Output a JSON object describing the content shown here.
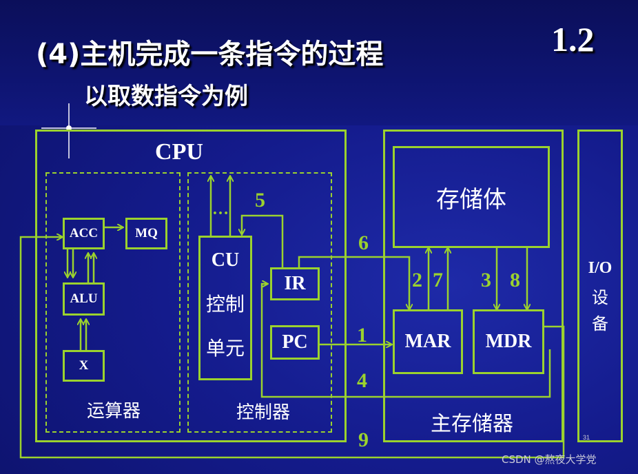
{
  "title": "(4)主机完成一条指令的过程",
  "subtitle": "以取数指令为例",
  "section_number": "1.2",
  "cpu": {
    "label": "CPU",
    "alu_group_label": "运算器",
    "control_group_label": "控制器",
    "acc": "ACC",
    "mq": "MQ",
    "alu": "ALU",
    "x": "X",
    "cu_line1": "CU",
    "cu_line2": "控制",
    "cu_line3": "单元",
    "cu_dots": "…",
    "ir": "IR",
    "pc": "PC"
  },
  "memory": {
    "label": "主存储器",
    "storage": "存储体",
    "mar": "MAR",
    "mdr": "MDR"
  },
  "io": {
    "line1": "I/O",
    "line2": "设",
    "line3": "备"
  },
  "steps": [
    "1",
    "2",
    "3",
    "4",
    "5",
    "6",
    "7",
    "8",
    "9"
  ],
  "page_number": "31",
  "watermark": "CSDN @熬夜大学党",
  "colors": {
    "line": "#9bd22e",
    "background": "#141b8c",
    "text": "#ffffff"
  }
}
